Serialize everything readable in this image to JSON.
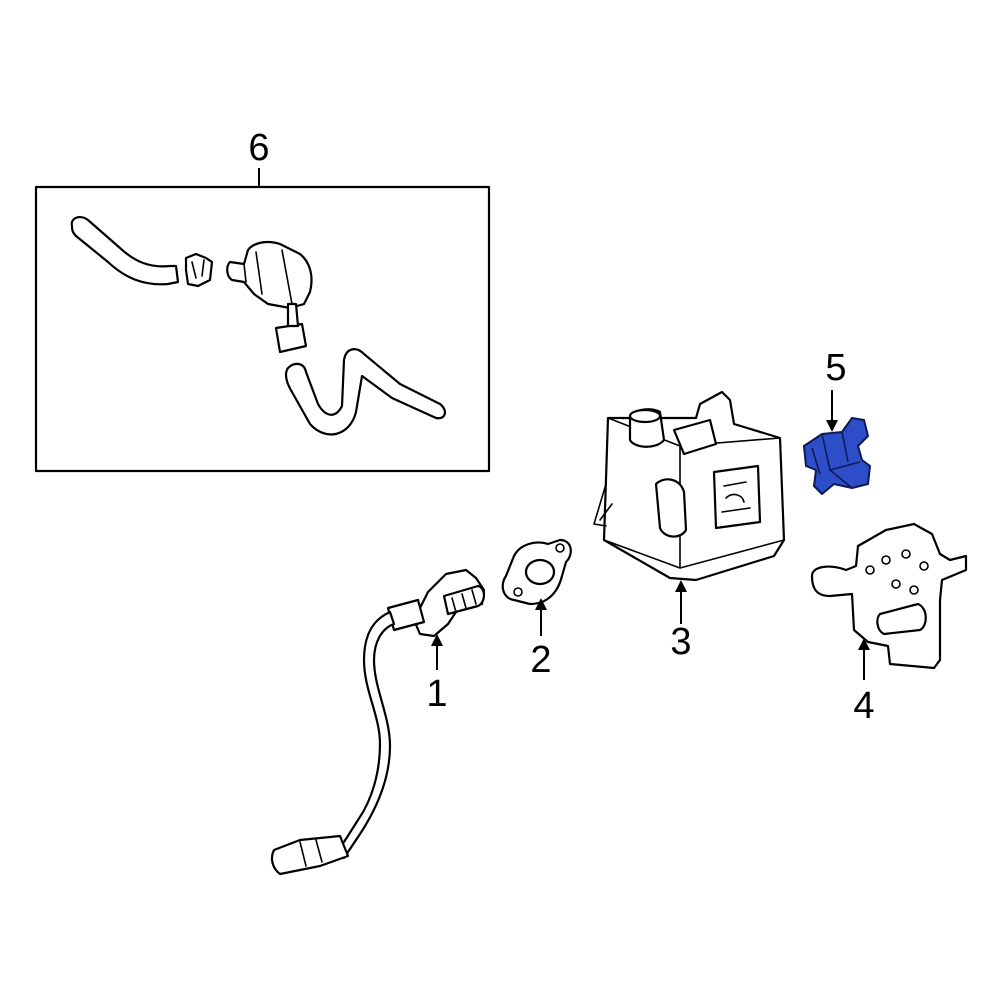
{
  "callouts": [
    {
      "id": "1",
      "label": "1"
    },
    {
      "id": "2",
      "label": "2"
    },
    {
      "id": "3",
      "label": "3"
    },
    {
      "id": "4",
      "label": "4"
    },
    {
      "id": "5",
      "label": "5"
    },
    {
      "id": "6",
      "label": "6"
    }
  ],
  "colors": {
    "highlight": "#2e4dc8",
    "line": "#000000",
    "background": "#ffffff"
  }
}
